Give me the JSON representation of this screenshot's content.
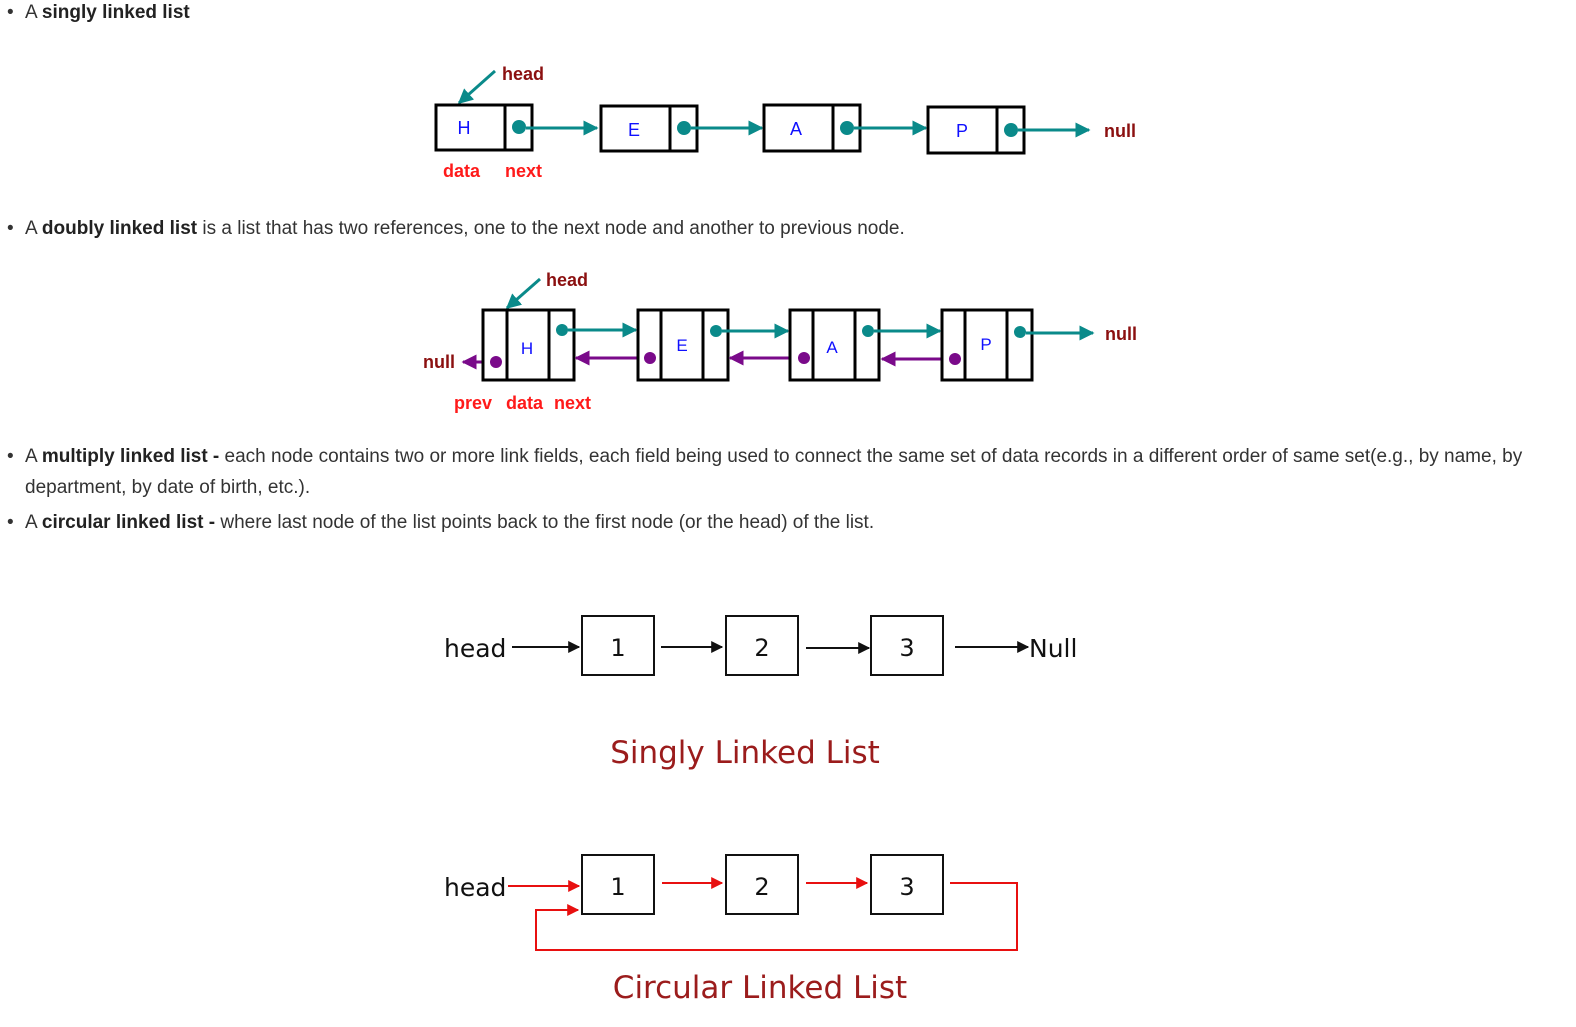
{
  "bullets": [
    {
      "prefix": "A ",
      "bold": "singly linked list",
      "rest": ""
    },
    {
      "prefix": "A ",
      "bold": "doubly linked list",
      "rest": " is a list that has two references, one to the next node and another to previous node."
    },
    {
      "prefix": "A ",
      "bold": "multiply linked list -",
      "rest": " each node contains two or more link fields, each field being used to connect the same set of data records in a different order of same set(e.g., by name, by department, by date of birth, etc.)."
    },
    {
      "prefix": "A ",
      "bold": "circular linked list -",
      "rest": " where last node of the list points back to the first node (or the head) of the list."
    }
  ],
  "bullet_char": "•",
  "singly_diagram": {
    "head": "head",
    "nodes": [
      "H",
      "E",
      "A",
      "P"
    ],
    "null": "null",
    "data_label": "data",
    "next_label": "next"
  },
  "doubly_diagram": {
    "head": "head",
    "nodes": [
      "H",
      "E",
      "A",
      "P"
    ],
    "null_left": "null",
    "null_right": "null",
    "prev_label": "prev",
    "data_label": "data",
    "next_label": "next"
  },
  "simple_singly": {
    "head": "head",
    "nodes": [
      "1",
      "2",
      "3"
    ],
    "null": "Null",
    "caption": "Singly Linked List"
  },
  "circular": {
    "head": "head",
    "nodes": [
      "1",
      "2",
      "3"
    ],
    "caption": "Circular Linked List"
  },
  "colors": {
    "teal": "#0a8a8a",
    "purple": "#7a0a8a",
    "dark_red": "#8b1010",
    "red": "#ff1a1a",
    "node_text": "#1010ff",
    "circular_red": "#e81010"
  }
}
